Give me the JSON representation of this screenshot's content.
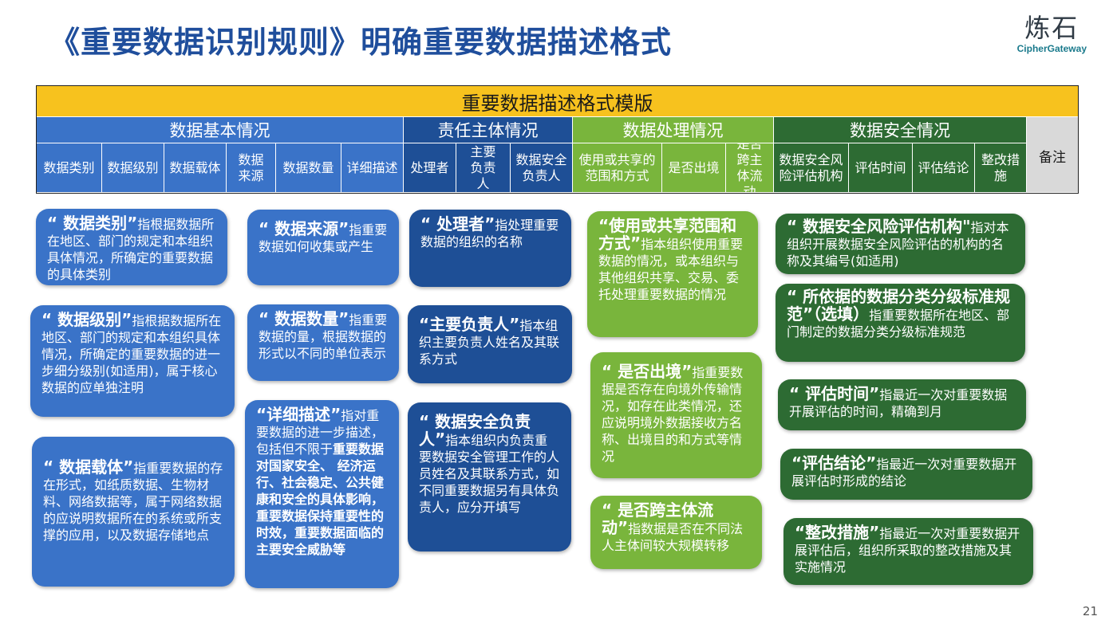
{
  "title": "《重要数据识别规则》明确重要数据描述格式",
  "logo": {
    "mark": "炼石",
    "sub": "CipherGateway"
  },
  "table": {
    "header": "重要数据描述格式模版",
    "groups": [
      "数据基本情况",
      "责任主体情况",
      "数据处理情况",
      "数据安全情况"
    ],
    "note": "备注",
    "columns": {
      "c1": "数据类别",
      "c2": "数据级别",
      "c3": "数据载体",
      "c4": "数据来源",
      "c5": "数据数量",
      "c6": "详细描述",
      "c7": "处理者",
      "c8": "主要负责人",
      "c9": "数据安全负责人",
      "c10": "使用或共享的范围和方式",
      "c11": "是否出境",
      "c12": "是否跨主体流动",
      "c13": "数据安全风险评估机构",
      "c14": "评估时间",
      "c15": "评估结论",
      "c16": "整改措施"
    }
  },
  "boxes": {
    "leibie": {
      "head": "“ 数据类别”",
      "body": "指根据数据所在地区、部门的规定和本组织具体情况，所确定的重要数据的具体类别"
    },
    "jibie": {
      "head": "“ 数据级别”",
      "body": "指根据数据所在地区、部门的规定和本组织具体情况，所确定的重要数据的进一步细分级别(如适用)，属于核心数据的应单独注明"
    },
    "zaiti": {
      "head": "“ 数据载体”",
      "body": "指重要数据的存在形式，如纸质数据、生物材料、网络数据等，属于网络数据的应说明数据所在的系统或所支撑的应用，以及数据存储地点"
    },
    "laiyuan": {
      "head": "“ 数据来源”",
      "body": "指重要数据如何收集或产生"
    },
    "shuliang": {
      "head": "“ 数据数量”",
      "body": "指重要数据的量，根据数据的形式以不同的单位表示"
    },
    "xiangxi": {
      "head": "“详细描述”",
      "body1": "指对重要数据的进一步描述， 包括但不限于",
      "bold": "重要数据对国家安全、 经济运行、社会稳定、公共健康和安全的具体影响，重要数据保持重要性的时效，重要数据面临的主要安全威胁等"
    },
    "chulizhe": {
      "head": "“ 处理者”",
      "body": "指处理重要数据的组织的名称"
    },
    "fuzeren": {
      "head": "“主要负责人”",
      "body": "指本组织主要负责人姓名及其联系方式"
    },
    "anquanfzr": {
      "head": "“ 数据安全负责人”",
      "body": "指本组织内负责重要数据安全管理工作的人员姓名及其联系方式，如不同重要数据另有具体负责人，应分开填写"
    },
    "shiyong": {
      "head": "“使用或共享范围和方式”",
      "body": "指本组织使用重要数据的情况，或本组织与其他组织共享、交易、委托处理重要数据的情况"
    },
    "chujing": {
      "head": "“ 是否出境”",
      "body": "指重要数据是否存在向境外传输情况，如存在此类情况，还应说明境外数据接收方名称、出境目的和方式等情况"
    },
    "kuazhuti": {
      "head": "“ 是否跨主体流动”",
      "body": "指数据是否在不同法人主体间较大规模转移"
    },
    "jigou": {
      "head": "“ 数据安全风险评估机构\"",
      "body": "指对本组织开展数据安全风险评估的机构的名称及其编号(如适用)"
    },
    "biaozhun": {
      "head": "“ 所依据的数据分类分级标准规范”（选填）",
      "body": "指重要数据所在地区、部门制定的数据分类分级标准规范"
    },
    "shijian": {
      "head": "“ 评估时间”",
      "body": "指最近一次对重要数据开展评估的时间，精确到月"
    },
    "jielun": {
      "head": "“评估结论”",
      "body": "指最近一次对重要数据开展评估时形成的结论"
    },
    "zhenggai": {
      "head": "“整改措施”",
      "body": "指最近一次对重要数据开展评估后，组织所采取的整改措施及其实施情况"
    }
  },
  "page_number": "21"
}
